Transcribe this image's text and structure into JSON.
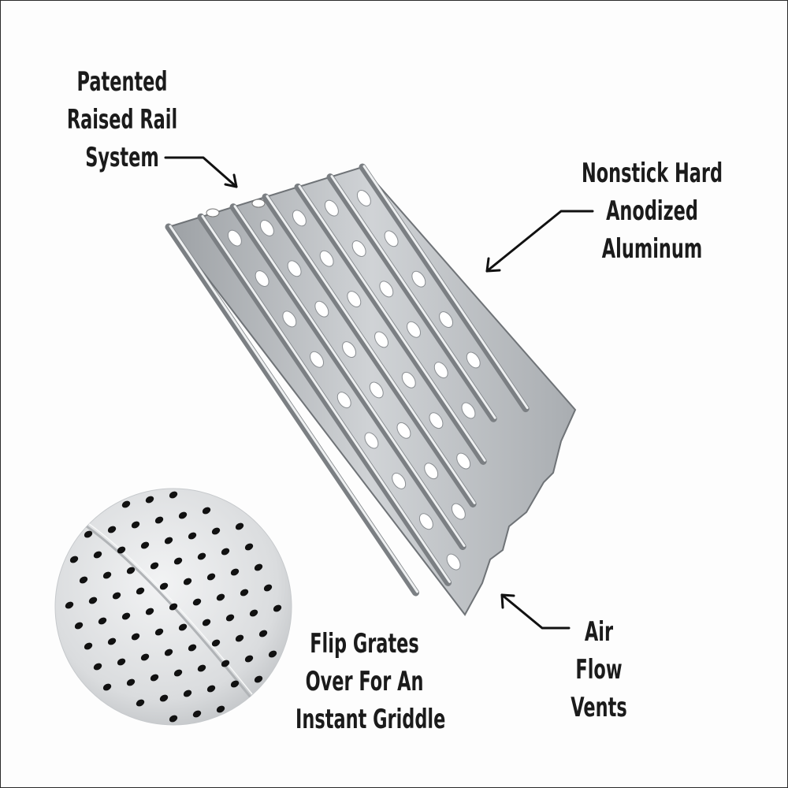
{
  "callouts": {
    "raised_rail": {
      "lines": [
        "Patented",
        "Raised Rail",
        "System"
      ]
    },
    "aluminum": {
      "lines": [
        "Nonstick Hard",
        "Anodized",
        "Aluminum"
      ]
    },
    "flip": {
      "lines": [
        "Flip Grates",
        "Over For An",
        "Instant Griddle"
      ]
    },
    "vents": {
      "lines": [
        "Air",
        "Flow",
        "Vents"
      ]
    }
  },
  "colors": {
    "frame": "#2a2a2a",
    "text": "#1b1b1b",
    "metal_light": "#e4e6e8",
    "metal_mid": "#b9bcbf",
    "metal_dark": "#6f7377",
    "vent": "#ffffff",
    "griddle_hole": "#111111"
  }
}
